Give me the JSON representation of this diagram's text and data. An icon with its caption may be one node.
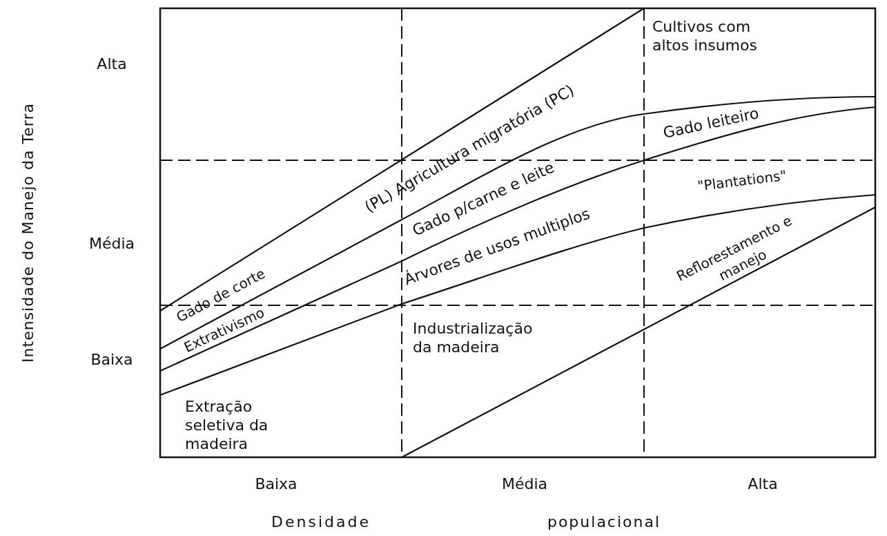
{
  "diagram": {
    "labels": [
      "Alta",
      "Cultivos com altos insumos",
      "(PL) Agricultura migratória (PC)",
      "Gado leiteiro",
      "Gado p/carne e leite",
      "\"Plantations\"",
      "Média",
      "Árvores de usos multiplos",
      "Reflorestamento e manejo",
      "Gado de corte",
      "Extrativismo",
      "Industrialização da madeira",
      "Baixa",
      "Extração seletiva da madeira",
      "Baixa",
      "Média",
      "Alta",
      "Densidade",
      "populacional",
      "Intensidade do Manejo da Terra"
    ]
  }
}
